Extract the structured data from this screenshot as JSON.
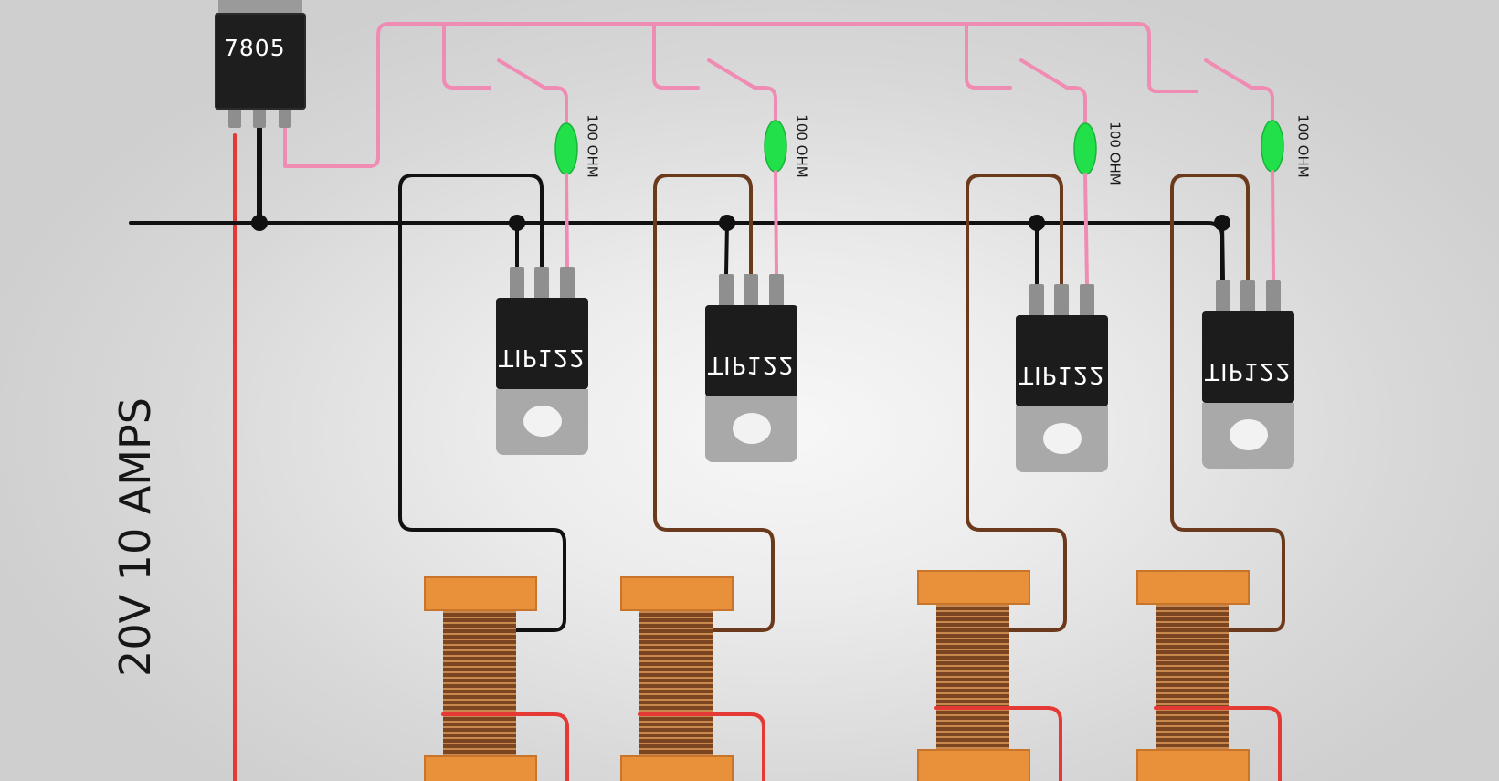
{
  "supply": {
    "label": "20V 10 AMPS"
  },
  "regulator": {
    "label": "7805"
  },
  "channels": [
    {
      "resistor_label": "100 OHM",
      "transistor_label": "TIP122"
    },
    {
      "resistor_label": "100 OHM",
      "transistor_label": "TIP122"
    },
    {
      "resistor_label": "100 OHM",
      "transistor_label": "TIP122"
    },
    {
      "resistor_label": "100 OHM",
      "transistor_label": "TIP122"
    }
  ],
  "colors": {
    "signal_wire": "#f08cb4",
    "ground_wire": "#111111",
    "coil_wire_dark": "#6b3a1c",
    "power_wire": "#e53935",
    "resistor": "#22e04a",
    "bobbin": "#e8913a",
    "winding": "#8a4f22",
    "transistor_body": "#1c1c1c",
    "transistor_tab": "#a9a9a9"
  }
}
